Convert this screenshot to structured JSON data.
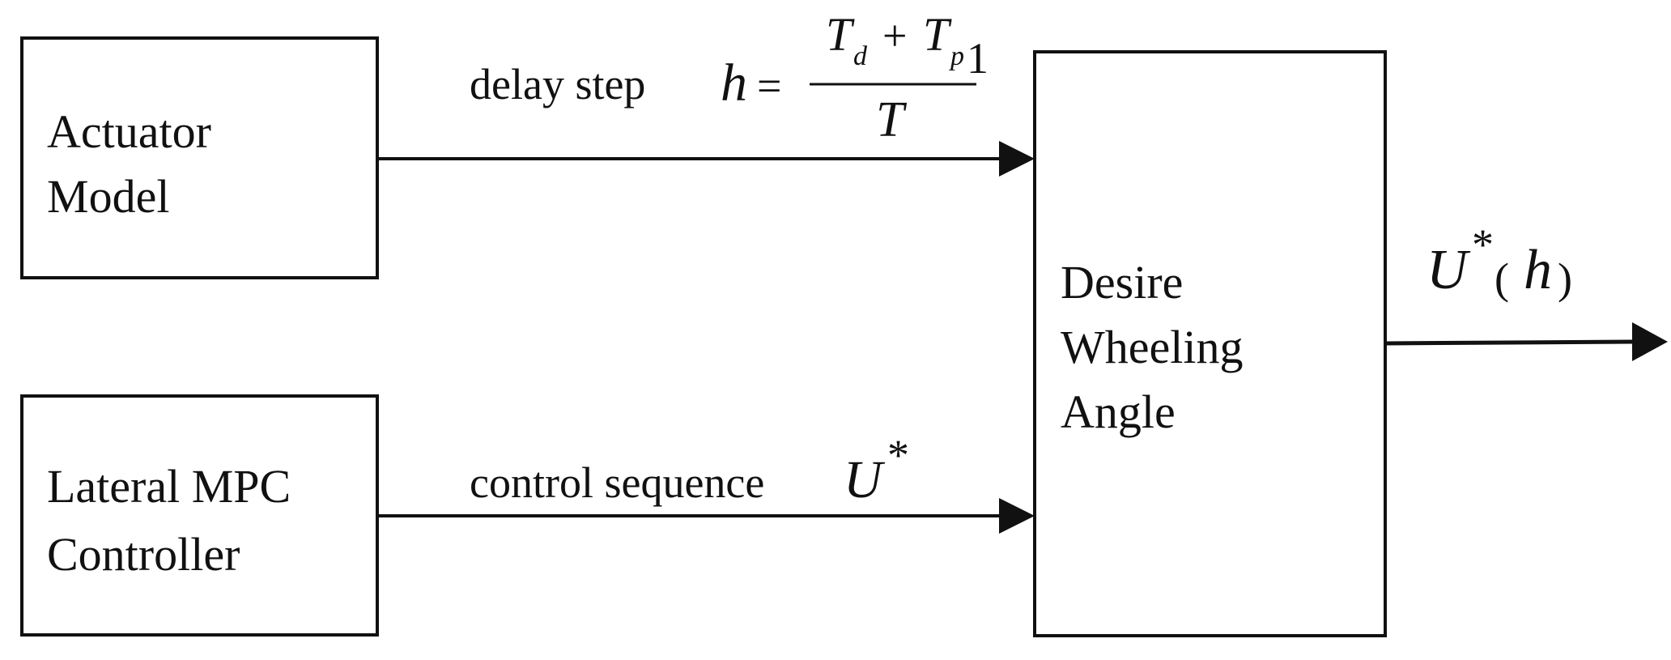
{
  "diagram": {
    "nodes": {
      "actuator": {
        "lines": [
          "Actuator",
          "Model"
        ]
      },
      "mpc": {
        "lines": [
          "Lateral MPC",
          "Controller"
        ]
      },
      "desire": {
        "lines": [
          "Desire",
          "Wheeling",
          "Angle"
        ]
      }
    },
    "edges": {
      "delay": {
        "label": "delay step",
        "formula": {
          "lhs": "h",
          "eq": "=",
          "num_t1": "T",
          "num_t1_sub": "d",
          "num_plus": "+",
          "num_t2": "T",
          "num_t2_sub": "p",
          "num_t2_subsub": "1",
          "den": "T"
        }
      },
      "control": {
        "label": "control sequence",
        "symbol": "U",
        "symbol_sup": "*"
      },
      "output": {
        "symbol": "U",
        "symbol_sup": "*",
        "lparen": "(",
        "arg": "h",
        "rparen": ")"
      }
    },
    "colors": {
      "stroke": "#111111",
      "background": "#ffffff"
    }
  }
}
